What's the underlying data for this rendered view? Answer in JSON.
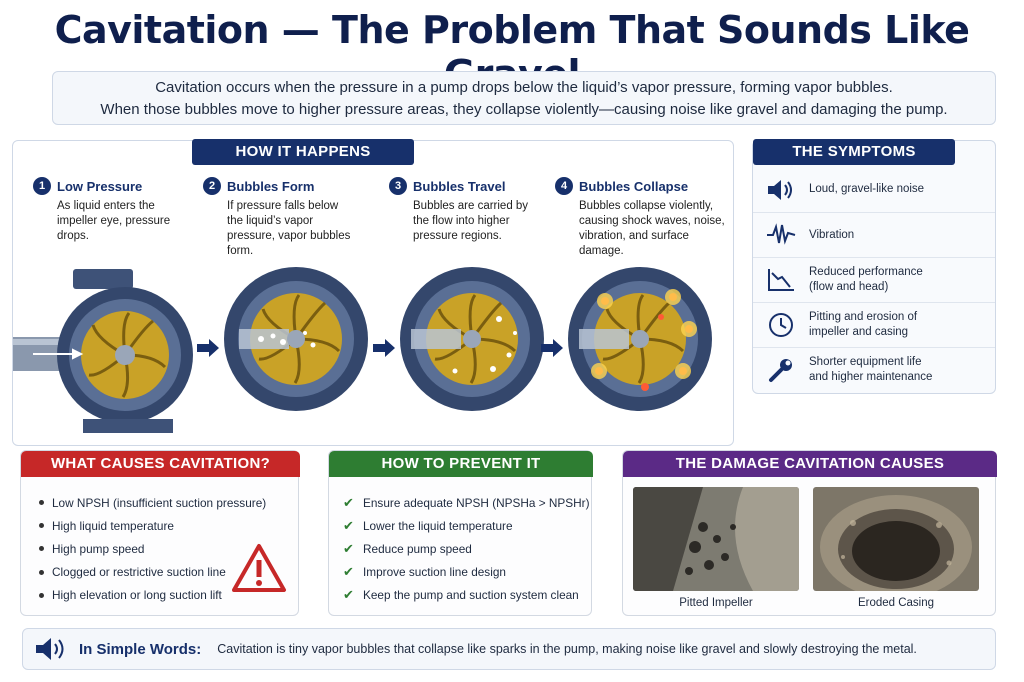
{
  "title": "Cavitation — The Problem That Sounds Like Gravel",
  "intro": {
    "line1": "Cavitation occurs when the pressure in a pump drops below the liquid’s vapor pressure, forming vapor bubbles.",
    "line2": "When those bubbles move to higher pressure areas, they collapse violently—causing noise like gravel and damaging the pump."
  },
  "how": {
    "heading": "HOW IT HAPPENS",
    "steps": [
      {
        "num": "1",
        "title": "Low Pressure",
        "desc": "As liquid enters the impeller eye, pressure drops."
      },
      {
        "num": "2",
        "title": "Bubbles Form",
        "desc": "If pressure falls below the liquid’s vapor pressure, vapor bubbles form."
      },
      {
        "num": "3",
        "title": "Bubbles Travel",
        "desc": "Bubbles are carried by the flow into higher pressure regions."
      },
      {
        "num": "4",
        "title": "Bubbles Collapse",
        "desc": "Bubbles collapse violently, causing shock waves, noise, vibration, and surface damage."
      }
    ]
  },
  "symptoms": {
    "heading": "THE SYMPTOMS",
    "items": [
      {
        "icon": "speaker-icon",
        "line1": "Loud, gravel-like noise",
        "line2": ""
      },
      {
        "icon": "waveform-icon",
        "line1": "Vibration",
        "line2": ""
      },
      {
        "icon": "declining-chart-icon",
        "line1": "Reduced performance",
        "line2": "(flow and head)"
      },
      {
        "icon": "clock-icon",
        "line1": "Pitting and erosion of",
        "line2": "impeller and casing"
      },
      {
        "icon": "wrench-icon",
        "line1": "Shorter equipment life",
        "line2": "and higher maintenance"
      }
    ]
  },
  "causes": {
    "heading": "WHAT CAUSES CAVITATION?",
    "items": [
      "Low NPSH (insufficient suction pressure)",
      "High liquid temperature",
      "High pump speed",
      "Clogged or restrictive suction line",
      "High elevation or long suction lift"
    ]
  },
  "prevent": {
    "heading": "HOW TO PREVENT IT",
    "items": [
      "Ensure adequate NPSH (NPSHa > NPSHr)",
      "Lower the liquid temperature",
      "Reduce pump speed",
      "Improve suction line design",
      "Keep the pump and suction system clean"
    ]
  },
  "damage": {
    "heading": "THE DAMAGE CAVITATION CAUSES",
    "photos": [
      {
        "label": "Pitted Impeller"
      },
      {
        "label": "Eroded Casing"
      }
    ]
  },
  "footer": {
    "label": "In Simple Words:",
    "text": "Cavitation is tiny vapor bubbles that collapse like sparks in the pump, making noise like gravel and slowly destroying the metal."
  },
  "colors": {
    "navy": "#17306b",
    "red": "#c62828",
    "green": "#2e7d32",
    "purple": "#5b2a86",
    "brass": "#c9a227"
  }
}
